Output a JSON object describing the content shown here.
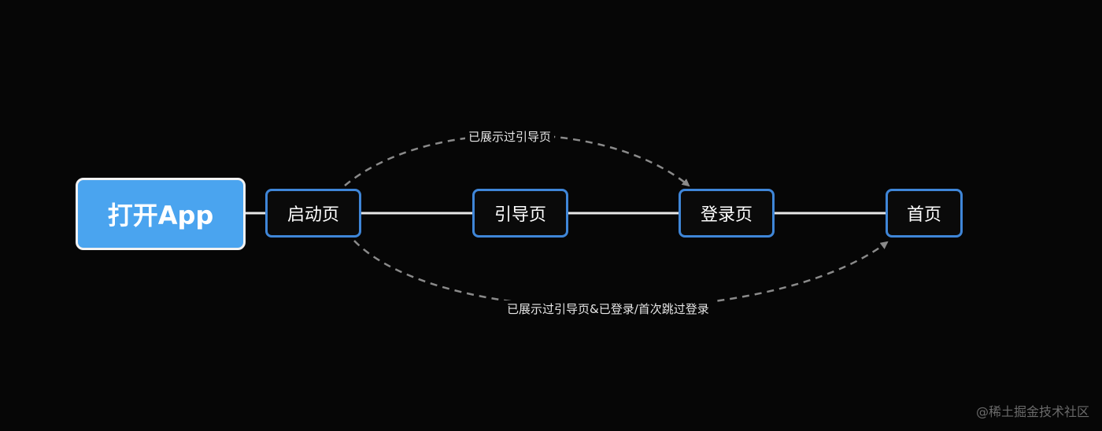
{
  "nodes": {
    "start": "打开App",
    "splash": "启动页",
    "guide": "引导页",
    "login": "登录页",
    "home": "首页"
  },
  "edges": {
    "top_label": "已展示过引导页",
    "bottom_label": "已展示过引导页&已登录/首次跳过登录"
  },
  "colors": {
    "background": "#060606",
    "start_fill": "#4aa4ef",
    "node_border": "#3f86d8",
    "solid_line": "#e8e8e8",
    "dashed_line": "#8a8a8a"
  },
  "watermark": "@稀土掘金技术社区"
}
